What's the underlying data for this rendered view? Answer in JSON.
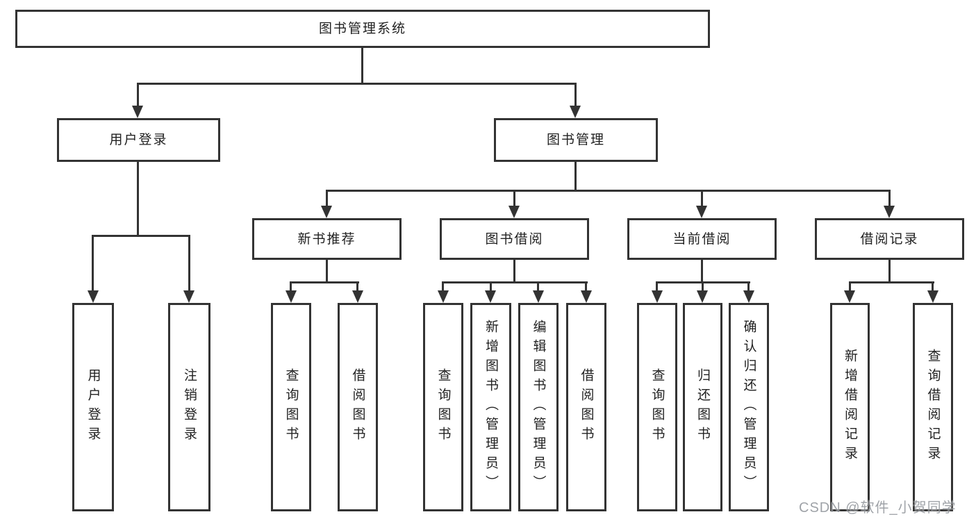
{
  "tree": {
    "label": "图书管理系统",
    "children": [
      {
        "label": "用户登录",
        "children": [
          {
            "label": "用户登录"
          },
          {
            "label": "注销登录"
          }
        ]
      },
      {
        "label": "图书管理",
        "children": [
          {
            "label": "新书推荐",
            "children": [
              {
                "label": "查询图书"
              },
              {
                "label": "借阅图书"
              }
            ]
          },
          {
            "label": "图书借阅",
            "children": [
              {
                "label": "查询图书"
              },
              {
                "label": "新增图书（管理员）"
              },
              {
                "label": "编辑图书（管理员）"
              },
              {
                "label": "借阅图书"
              }
            ]
          },
          {
            "label": "当前借阅",
            "children": [
              {
                "label": "查询图书"
              },
              {
                "label": "归还图书"
              },
              {
                "label": "确认归还（管理员）"
              }
            ]
          },
          {
            "label": "借阅记录",
            "children": [
              {
                "label": "新增借阅记录"
              },
              {
                "label": "查询借阅记录"
              }
            ]
          }
        ]
      }
    ]
  },
  "watermark": {
    "text": "CSDN @软件_小贺同学"
  },
  "colors": {
    "line": "#333333",
    "text": "#222222",
    "background": "#ffffff",
    "watermark": "#8f9399"
  }
}
